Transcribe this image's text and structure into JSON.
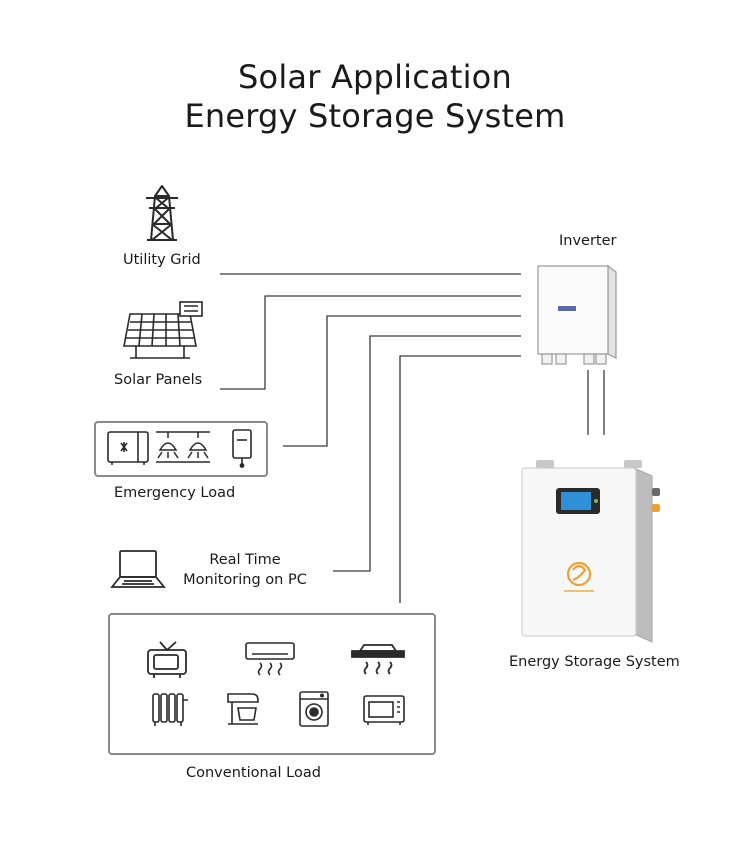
{
  "title": {
    "line1": "Solar Application",
    "line2": "Energy Storage System"
  },
  "nodes": {
    "utility_grid": "Utility Grid",
    "solar_panels": "Solar Panels",
    "emergency_load": "Emergency Load",
    "monitoring_line1": "Real Time",
    "monitoring_line2": "Monitoring on PC",
    "conventional_load": "Conventional Load",
    "inverter": "Inverter",
    "energy_storage": "Energy Storage System"
  },
  "colors": {
    "line": "#3a3a3a",
    "box_border": "#8a8a8a",
    "icon": "#2a2a2a",
    "battery_accent": "#f0a030",
    "display": "#2f8fd8"
  }
}
